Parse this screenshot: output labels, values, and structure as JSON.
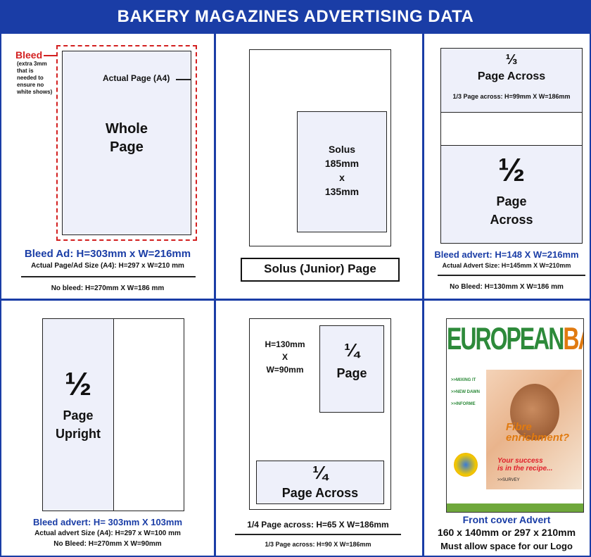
{
  "header": {
    "title": "BAKERY MAGAZINES ADVERTISING DATA"
  },
  "whole_page": {
    "bleed_label": "Bleed",
    "bleed_note_1": "(extra 3mm",
    "bleed_note_2": "that is",
    "bleed_note_3": "needed to",
    "bleed_note_4": "ensure no",
    "bleed_note_5": "white shows)",
    "actual_page_label": "Actual Page (A4)",
    "title_1": "Whole",
    "title_2": "Page",
    "bleed_ad": "Bleed Ad: H=303mm x W=216mm",
    "actual_size": "Actual Page/Ad Size (A4): H=297 x W=210 mm",
    "no_bleed": "No bleed: H=270mm X W=186 mm"
  },
  "solus": {
    "line_1": "Solus",
    "line_2": "185mm",
    "line_3": "x",
    "line_4": "135mm",
    "caption": "Solus (Junior) Page"
  },
  "third_half_across": {
    "third_fraction": "⅓",
    "third_label": "Page Across",
    "third_size": "1/3 Page across: H=99mm X W=186mm",
    "half_fraction": "½",
    "half_label_1": "Page",
    "half_label_2": "Across",
    "bleed_advert": "Bleed advert: H=148 X W=216mm",
    "actual_size": "Actual Advert Size: H=145mm X W=210mm",
    "no_bleed": "No Bleed: H=130mm X W=186 mm"
  },
  "half_upright": {
    "fraction": "½",
    "label_1": "Page",
    "label_2": "Upright",
    "bleed_advert": "Bleed advert: H= 303mm X 103mm",
    "actual_size": "Actual advert Size (A4): H=297 x W=100 mm",
    "no_bleed": "No Bleed: H=270mm X W=90mm"
  },
  "quarter": {
    "dim_1": "H=130mm",
    "dim_2": "X",
    "dim_3": "W=90mm",
    "quarter_fraction": "¼",
    "quarter_label": "Page",
    "across_fraction": "¼",
    "across_label": "Page Across",
    "across_size": "1/4 Page across: H=65 X W=186mm",
    "third_size": "1/3 Page across: H=90 X W=186mm"
  },
  "front_cover": {
    "mag_title_1": "EUROPEAN",
    "mag_title_2": "BAKER",
    "fibre_1": "Fibre",
    "fibre_2": "enrichment?",
    "success_1": "Your success",
    "success_2": "is in the recipe...",
    "item_1": ">>MIXING IT",
    "item_2": ">>NEW DAWN",
    "item_3": ">>INFORME",
    "survey": ">>SURVEY",
    "title": "Front cover Advert",
    "size": "160 x 140mm or 297 x 210mm",
    "note": "Must allow space for our Logo"
  },
  "colors": {
    "brand_blue": "#1a3da6",
    "bleed_red": "#d32020",
    "panel_fill": "#eef0fa"
  }
}
